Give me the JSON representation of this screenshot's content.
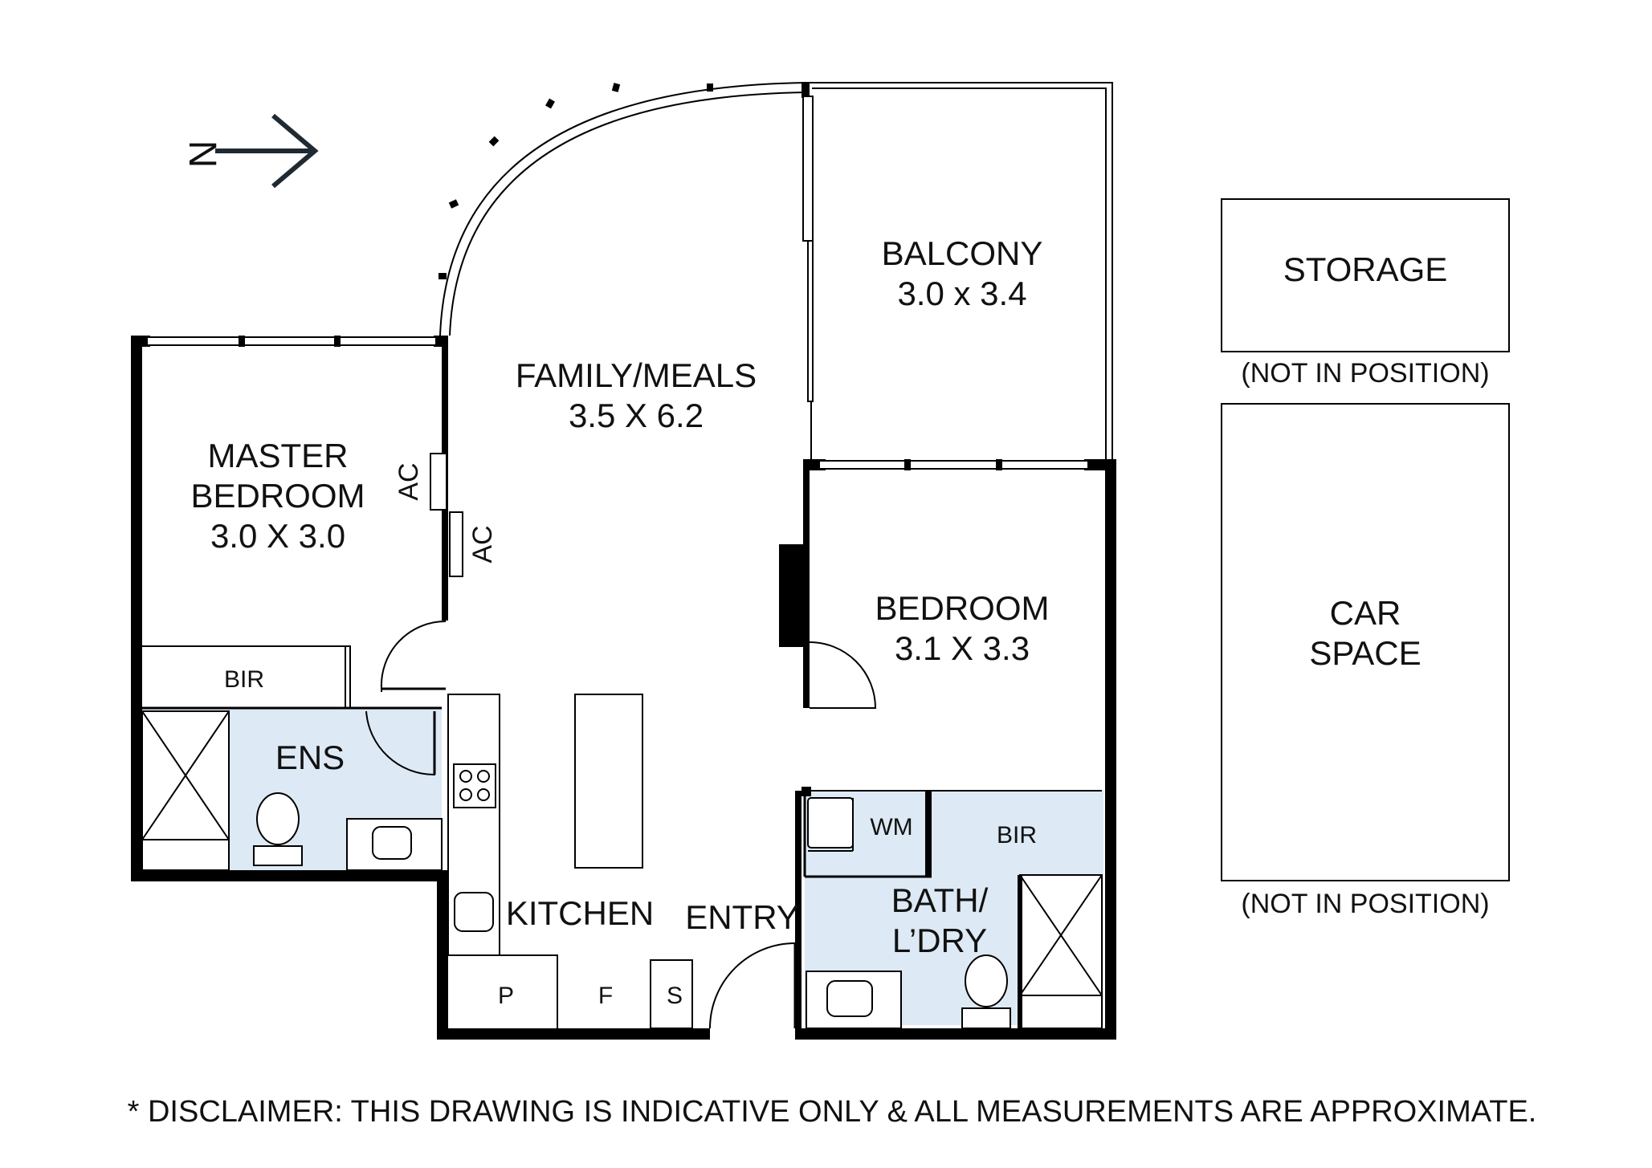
{
  "compass": {
    "letter": "N",
    "arrow_icon": "arrow-right-icon"
  },
  "rooms": {
    "family": {
      "name": "FAMILY/MEALS",
      "size": "3.5 X 6.2"
    },
    "balcony": {
      "name": "BALCONY",
      "size": "3.0 x 3.4"
    },
    "master": {
      "name_line1": "MASTER",
      "name_line2": "BEDROOM",
      "size": "3.0 X 3.0"
    },
    "bedroom": {
      "name": "BEDROOM",
      "size": "3.1 X 3.3"
    },
    "master_bir": "BIR",
    "bedroom_bir": "BIR",
    "ens": "ENS",
    "kitchen": "KITCHEN",
    "entry": "ENTRY",
    "bath": {
      "line1": "BATH/",
      "line2": "L’DRY"
    },
    "wm": "WM",
    "pantry": "P",
    "fridge": "F",
    "s": "S",
    "ac1": "AC",
    "ac2": "AC"
  },
  "detached": {
    "storage": {
      "name": "STORAGE",
      "note": "(NOT IN POSITION)"
    },
    "car_space": {
      "line1": "CAR",
      "line2": "SPACE",
      "note": "(NOT IN POSITION)"
    }
  },
  "disclaimer": "* DISCLAIMER: THIS DRAWING IS INDICATIVE ONLY & ALL MEASUREMENTS ARE APPROXIMATE.",
  "colors": {
    "wall": "#000000",
    "wet_area": "#dde9f4",
    "background": "#ffffff"
  }
}
